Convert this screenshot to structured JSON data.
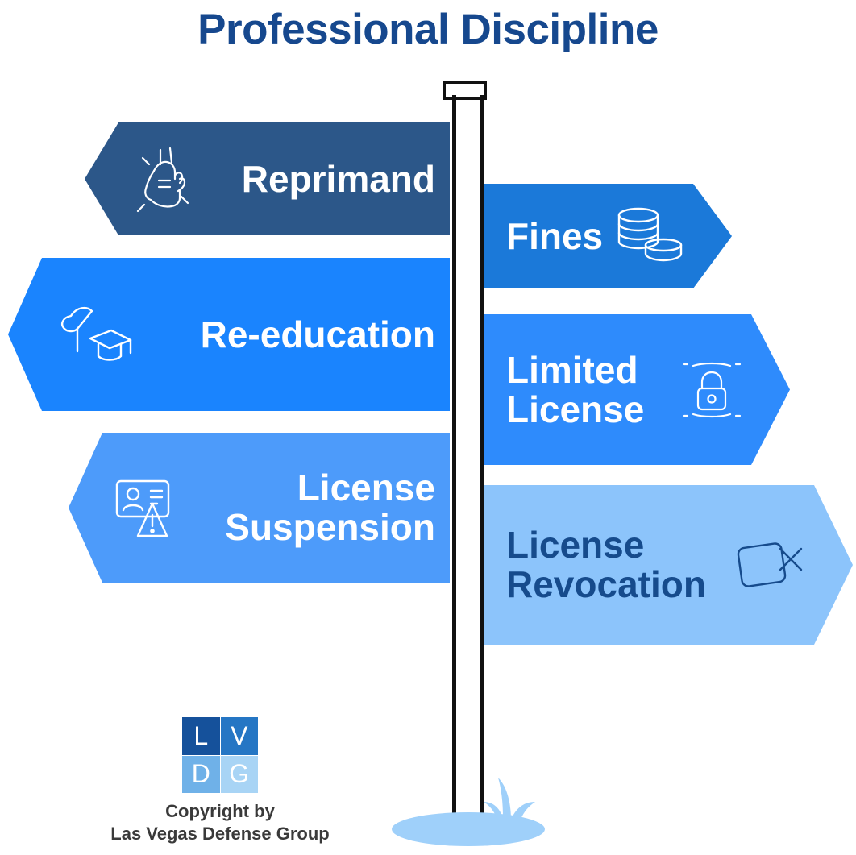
{
  "title": "Professional Discipline",
  "theme": {
    "title_color": "#16488E",
    "background": "#ffffff",
    "post_color": "#111111",
    "ground_color": "#9FD0FA"
  },
  "signpost": {
    "cap_label": "",
    "post_count": 2
  },
  "left_signs": [
    {
      "id": "reprimand",
      "label": "Reprimand",
      "icon": "scolding-hand-icon",
      "color": "#2C5789",
      "text_color": "#ffffff",
      "direction": "left"
    },
    {
      "id": "reeducation",
      "label": "Re-education",
      "icon": "graduation-cap-flag-icon",
      "color": "#1A84FE",
      "text_color": "#ffffff",
      "direction": "left"
    },
    {
      "id": "suspension",
      "label": "License\nSuspension",
      "icon": "id-card-warning-icon",
      "color": "#4D9BFA",
      "text_color": "#ffffff",
      "direction": "left"
    }
  ],
  "right_signs": [
    {
      "id": "fines",
      "label": "Fines",
      "icon": "coin-stack-icon",
      "color": "#1B79D9",
      "text_color": "#ffffff",
      "direction": "right"
    },
    {
      "id": "limited",
      "label": "Limited\nLicense",
      "icon": "padlock-brackets-icon",
      "color": "#2E8BFC",
      "text_color": "#ffffff",
      "direction": "right"
    },
    {
      "id": "revocation",
      "label": "License\nRevocation",
      "icon": "card-cross-icon",
      "color": "#8CC4FB",
      "text_color": "#164B8C",
      "direction": "right"
    }
  ],
  "logo": {
    "cells": [
      "L",
      "V",
      "D",
      "G"
    ],
    "cell_colors": [
      "#15519B",
      "#2576C4",
      "#6FB1E8",
      "#A8D4F5"
    ],
    "copyright": "Copyright by\nLas Vegas Defense Group"
  }
}
